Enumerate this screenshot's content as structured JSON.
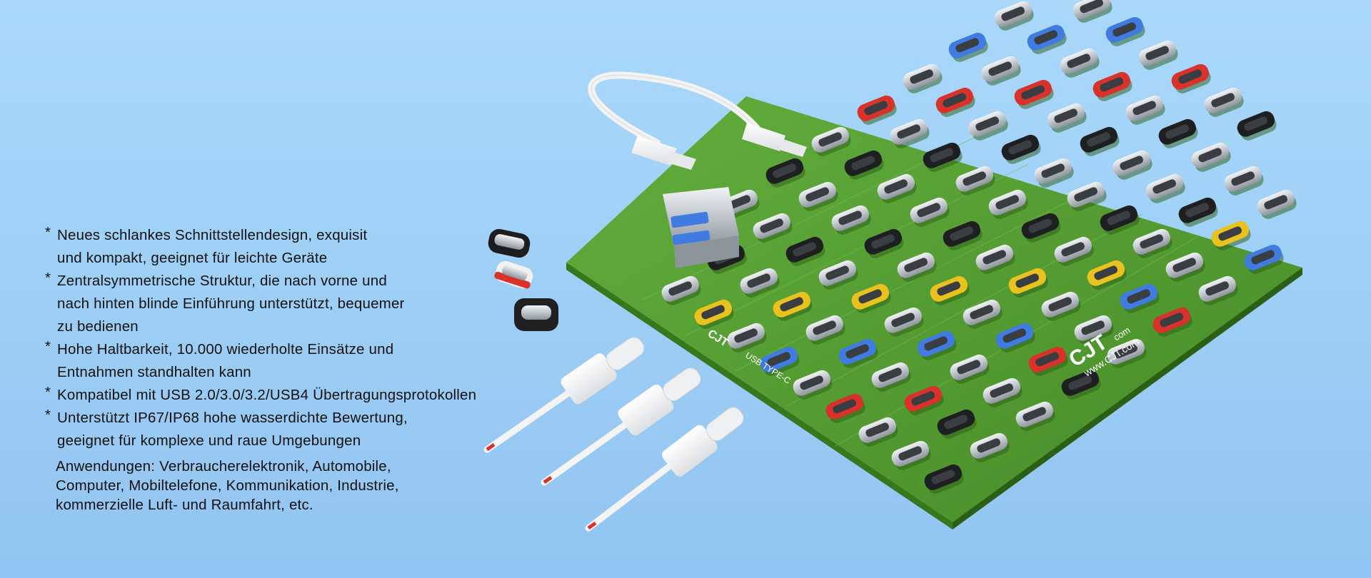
{
  "features": [
    {
      "bullet": "*",
      "text": "Neues schlankes Schnittstellendesign, exquisit\n  und kompakt, geeignet für leichte Geräte"
    },
    {
      "bullet": "*",
      "text": "Zentralsymmetrische Struktur, die nach vorne und\n nach hinten blinde Einführung unterstützt, bequemer\n zu bedienen"
    },
    {
      "bullet": "*",
      "text": "Hohe Haltbarkeit, 10.000 wiederholte Einsätze und\n Entnahmen standhalten kann"
    },
    {
      "bullet": "*",
      "text": "Kompatibel mit USB 2.0/3.0/3.2/USB4 Übertragungsprotokollen"
    },
    {
      "bullet": "*",
      "text": "Unterstützt IP67/IP68 hohe wasserdichte Bewertung,\n geeignet für komplexe und raue Umgebungen"
    }
  ],
  "applications": "Anwendungen: Verbraucherelektronik, Automobile,\nComputer, Mobiltelefone, Kommunikation, Industrie,\nkommerzielle Luft- und Raumfahrt, etc.",
  "board": {
    "brand": "CJT",
    "brand_suffix": "com",
    "url": "www.CJT.com",
    "label": "USB TYPE-C"
  },
  "colors": {
    "background": "#a2d3f8",
    "board_green": "#4f9a2f",
    "connector_silver": "#c9ced3",
    "cable_white": "#f4f4f4",
    "accent_red": "#d8322a",
    "accent_blue": "#3f7be0",
    "accent_yellow": "#e9c21f"
  }
}
